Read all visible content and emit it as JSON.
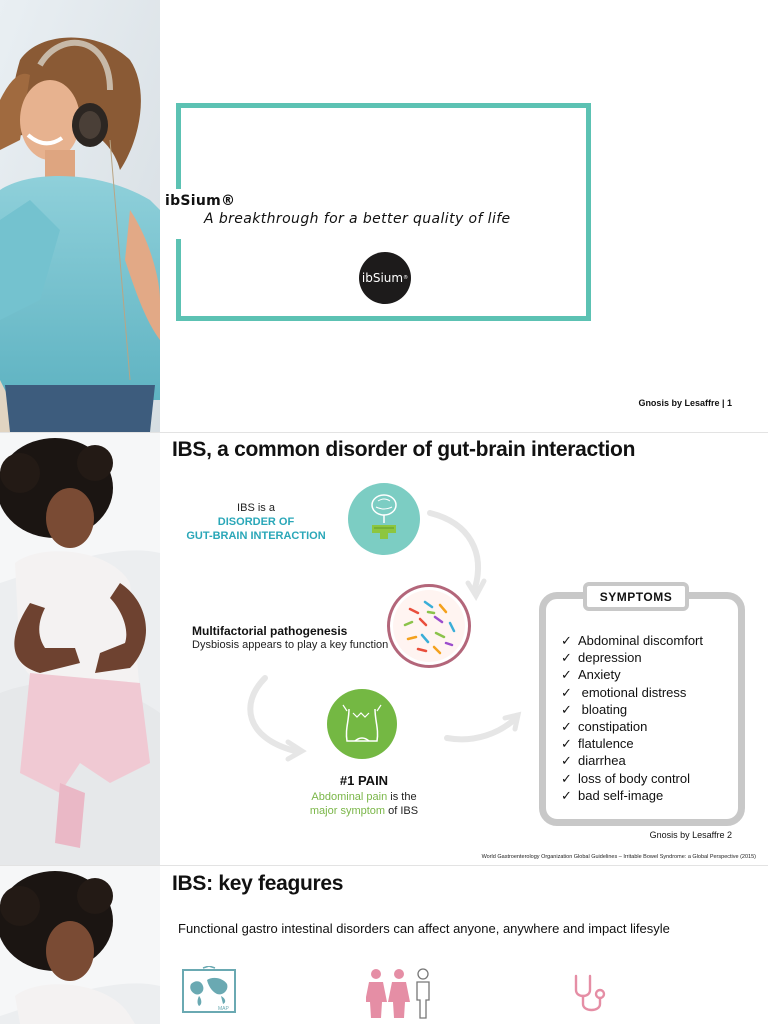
{
  "slide1": {
    "brand_name": "ibSium®",
    "tagline": "A breakthrough for a better quality of life",
    "logo_text": "ibSium",
    "logo_mark": "®",
    "footer": "Gnosis by Lesaffre  |  1"
  },
  "slide2": {
    "title": "IBS, a common disorder of gut-brain interaction",
    "ibs_is_a": "IBS is a",
    "disorder_line1": "DISORDER OF",
    "disorder_line2": "GUT-BRAIN INTERACTION",
    "multifactorial": "Multifactorial pathogenesis",
    "dysbiosis": "Dysbiosis appears to play a key function",
    "pain_heading": "#1 PAIN",
    "pain_line1_highlight": "Abdominal pain",
    "pain_line1_rest": " is the",
    "pain_line2_highlight": "major symptom",
    "pain_line2_rest": " of IBS",
    "symptoms_heading": "SYMPTOMS",
    "check_mark": "✓",
    "symptoms": [
      "Abdominal discomfort",
      "depression",
      "Anxiety",
      " emotional distress",
      " bloating",
      "constipation",
      "flatulence",
      "diarrhea",
      "loss of body control",
      "bad self-image"
    ],
    "footer": "Gnosis by Lesaffre    2",
    "citation": "World Gastroenterology Organization Global Guidelines – Irritable Bowel Syndrome: a Global Perspective (2015)"
  },
  "slide3": {
    "title": "IBS: key feagures",
    "intro": "Functional gastro intestinal disorders can affect anyone, anywhere and impact lifesyle",
    "map_label": "MAP"
  },
  "colors": {
    "frame_teal": "#5cc2b3",
    "brain_circle": "#7ccdc3",
    "teal_text": "#2aa7b8",
    "pain_green": "#74b843",
    "bacteria_ring": "#b3667a",
    "symptom_box_gray": "#c8c8c8",
    "pink_icons": "#e58ea5"
  }
}
